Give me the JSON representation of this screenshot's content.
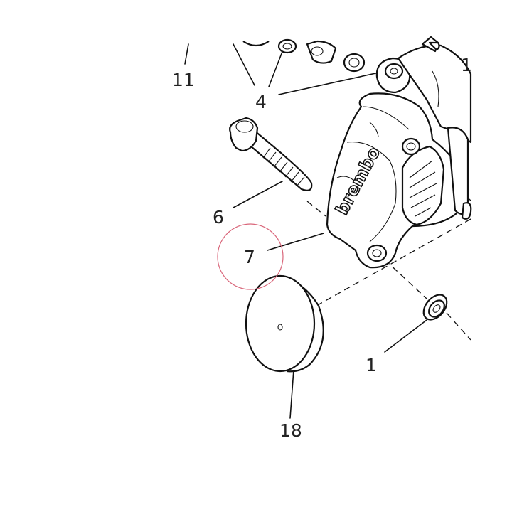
{
  "diagram": {
    "brand_mark": "brembo",
    "highlight_color": "#d9667a",
    "line_color": "#111111",
    "callouts": {
      "c11": "11",
      "c4": "4",
      "c1_top": "1",
      "c6": "6",
      "c7": "7",
      "c1_bottom": "1",
      "c18": "18"
    }
  }
}
